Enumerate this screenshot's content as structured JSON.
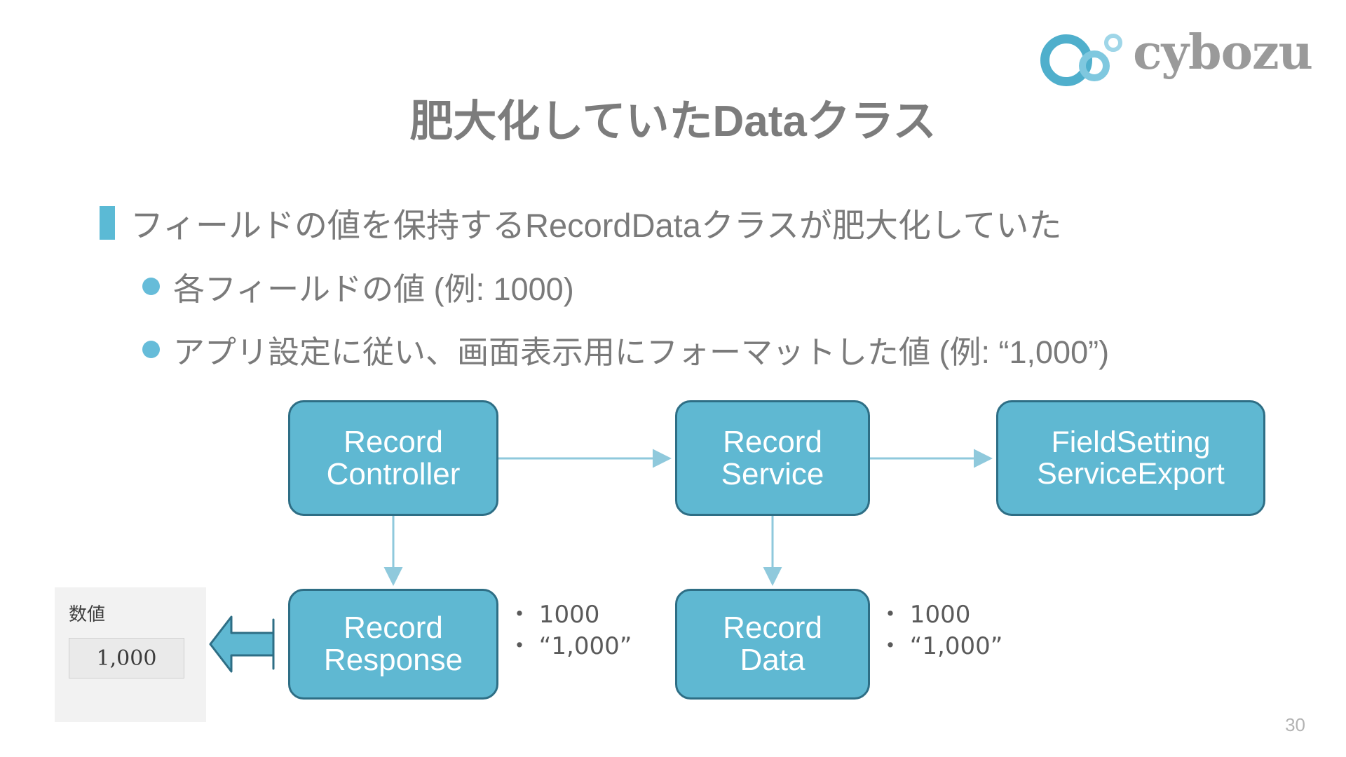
{
  "logo": {
    "name": "cybozu",
    "wordmark": "cybozu",
    "ring_colors": [
      "#4FAFCC",
      "#7FC8DF",
      "#9FD6E8"
    ]
  },
  "slide": {
    "title": "肥大化していたDataクラス",
    "page_number": "30",
    "accent_color": "#5BBAD5",
    "text_color": "#7a7a7a"
  },
  "bullets": {
    "level1": "フィールドの値を保持するRecordDataクラスが肥大化していた",
    "level2": [
      "各フィールドの値 (例: 1000)",
      "アプリ設定に従い、画面表示用にフォーマットした値 (例: “1,000”)"
    ]
  },
  "diagram": {
    "node_fill": "#5FB8D2",
    "node_border": "#2E6E85",
    "arrow_color": "#8FC9DC",
    "nodes": [
      {
        "id": "record-controller",
        "line1": "Record",
        "line2": "Controller"
      },
      {
        "id": "record-service",
        "line1": "Record",
        "line2": "Service"
      },
      {
        "id": "fieldsetting-service-export",
        "line1": "FieldSetting",
        "line2": "ServiceExport"
      },
      {
        "id": "record-response",
        "line1": "Record",
        "line2": "Response"
      },
      {
        "id": "record-data",
        "line1": "Record",
        "line2": "Data"
      }
    ],
    "annotations": [
      {
        "id": "record-response-values",
        "items": [
          "・ 1000",
          "・ “1,000”"
        ]
      },
      {
        "id": "record-data-values",
        "items": [
          "・ 1000",
          "・ “1,000”"
        ]
      }
    ]
  },
  "screenshot_panel": {
    "field_label": "数値",
    "field_value": "1,000"
  }
}
